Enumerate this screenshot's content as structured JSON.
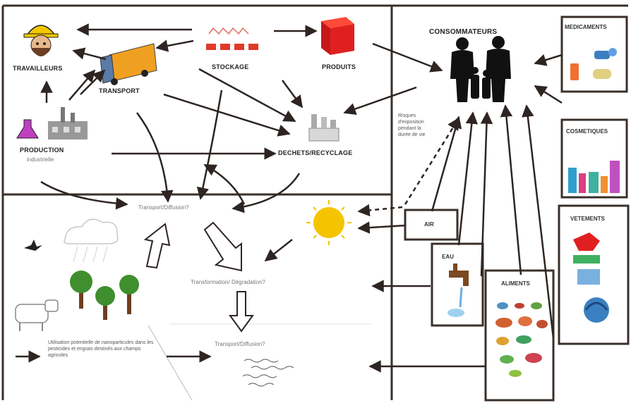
{
  "labels": {
    "workers": "TRAVAILLEURS",
    "transport": "TRANSPORT",
    "storage": "STOCKAGE",
    "products": "PRODUITS",
    "consumers": "CONSOMMATEURS",
    "medicines": "MEDICAMENTS",
    "cosmetics": "COSMETIQUES",
    "clothing": "VETEMENTS",
    "production": "PRODUCTION",
    "production_sub": "industrielle",
    "waste": "DECHETS/RECYCLAGE",
    "transport_diffusion_top": "Transport/Diffusion?",
    "transformation": "Transformation/ Dégradation?",
    "transport_diffusion_bottom": "Transport/Diffusion?",
    "air": "AIR",
    "water": "EAU",
    "food": "ALIMENTS",
    "consumer_note": "Risques d'exposition pendant la durée de vie",
    "wildlife_note": "Utilisation potentielle de nanoparticules dans les pesticides et engrais destinés aux champs agricoles"
  },
  "icons": [
    "worker-icon",
    "truck-icon",
    "factory-icon",
    "flask-icon",
    "warehouse-icon",
    "box-icon",
    "family-icon",
    "sun-icon",
    "cloud-icon",
    "tree-icon",
    "cow-icon",
    "bird-icon",
    "faucet-icon",
    "recycling-icon"
  ],
  "colors": {
    "frame": "#3a2f2a",
    "arrow": "#2e2522",
    "product_red": "#e02020",
    "storage_red": "#e03a2a",
    "sun": "#f5c400",
    "truck": "#f0a020",
    "tree": "#3f8f2e",
    "cosmetic_colors": [
      "#2f9fd0",
      "#d94080",
      "#f09030",
      "#40b0a0",
      "#c050c0"
    ]
  }
}
